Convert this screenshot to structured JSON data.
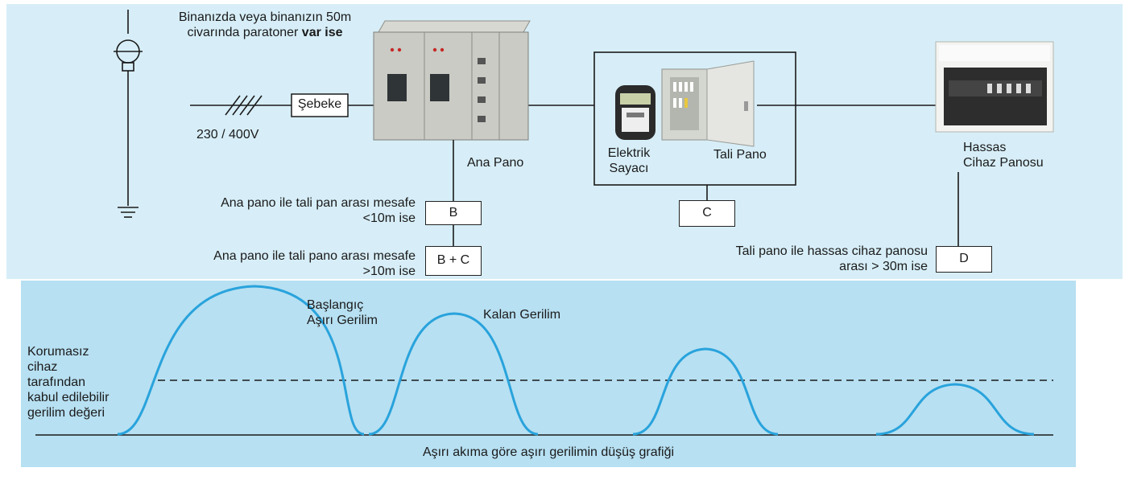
{
  "lightning": {
    "line1": "Binanızda veya binanızın 50m",
    "line2_prefix": "civarında paratoner",
    "line2_bold": "var ise"
  },
  "grid": {
    "label": "Şebeke",
    "voltage": "230 / 400V"
  },
  "main_panel": {
    "label": "Ana Pano"
  },
  "meter": {
    "line1": "Elektrik",
    "line2": "Sayacı"
  },
  "sub_panel": {
    "label": "Tali Pano"
  },
  "sensitive_panel": {
    "line1": "Hassas",
    "line2": "Cihaz Panosu"
  },
  "boxes": {
    "b": "B",
    "bc": "B + C",
    "c": "C",
    "d": "D"
  },
  "conditions": {
    "b_line1": "Ana pano ile tali pan arası mesafe",
    "b_line2": "<10m ise",
    "bc_line1": "Ana pano ile tali pano arası mesafe",
    "bc_line2": ">10m ise",
    "d_line1": "Tali pano ile hassas cihaz panosu",
    "d_line2": "arası > 30m ise"
  },
  "graph": {
    "caption": "Aşırı akıma göre aşırı gerilimin düşüş grafiği",
    "peak1_line1": "Başlangıç",
    "peak1_line2": "Aşırı Gerilim",
    "peak2": "Kalan Gerilim",
    "threshold_lines": [
      "Korumasız",
      "cihaz",
      "tarafından",
      "kabul edilebilir",
      "gerilim değeri"
    ]
  },
  "colors": {
    "top_background": "#d7eef8",
    "graph_background": "#b7e0f2",
    "curve": "#29a3dc",
    "line": "#1a1a1a"
  }
}
